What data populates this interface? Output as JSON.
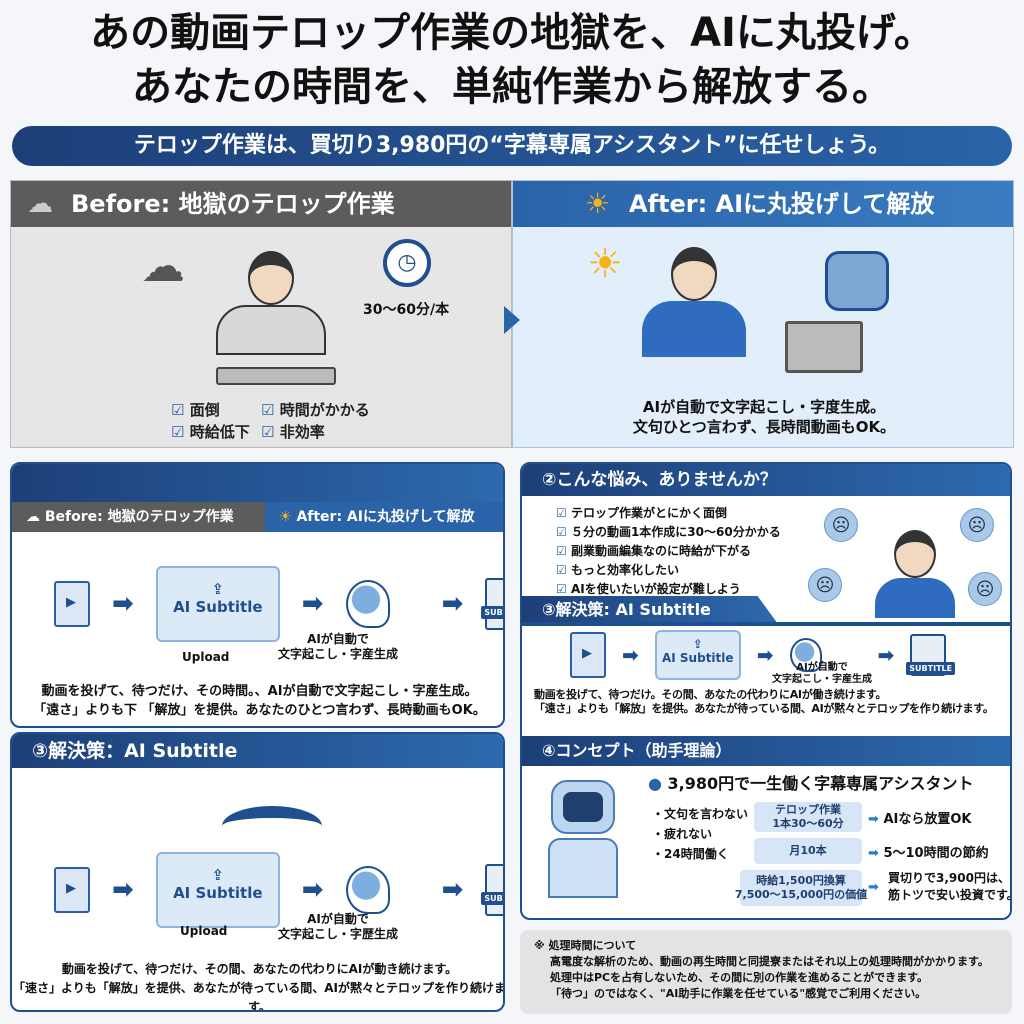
{
  "headline": {
    "line1": "あの動画テロップ作業の地獄を、AIに丸投げ。",
    "line2": "あなたの時間を、単純作業から解放する。"
  },
  "banner": "テロップ作業は、買切り3,980円の“字幕専属アシスタント”に任せしょう。",
  "before": {
    "title": "Before: 地獄のテロップ作業",
    "time": "30〜60分/本",
    "checks": [
      "面倒",
      "時間がかかる",
      "時給低下",
      "非効率"
    ],
    "icon": "cloud-icon"
  },
  "after": {
    "title": "After: AIに丸投げして解放",
    "caption1": "AIが自動で文字起こし・字度生成。",
    "caption2": "文句ひとつ言わず、長時間動画もOK。",
    "icon": "sun-icon"
  },
  "card1": {
    "tab_before": "Before: 地獄のテロップ作業",
    "tab_after": "After: AIに丸投げして解放",
    "upload_box": "AI Subtitle",
    "upload_label": "Upload",
    "ai_label1": "AIが自動で",
    "ai_label2": "文字起こし・字産生成",
    "subtitle_badge": "SUBTITLE",
    "desc1": "動画を投げて、待つだけ、その時間。、AIが自動で文字起こし・字産生成。",
    "desc2": "「遠さ」よりも下 「解放」を提供。あなたのひとつ言わず、長時動画もOK。"
  },
  "card2": {
    "title": "③解決策：AI Subtitle",
    "upload_box": "AI Subtitle",
    "upload_label": "Upload",
    "ai_label1": "AIが自動で",
    "ai_label2": "文字起こし・字歴生成",
    "subtitle_badge": "SUBTITLE",
    "desc1": "動画を投げて、待つだけ、その間、あなたの代わりにAIが動き続けます。",
    "desc2": "「速さ」よりも「解放」を提供、あなたが待っている間、AIが黙々とテロップを作り続けます。"
  },
  "worries": {
    "title": "②こんな悩み、ありませんか？",
    "items": [
      "テロップ作業がとにかく面倒",
      "５分の動画1本作成に30〜60分かかる",
      "副業動画編集なのに時給が下がる",
      "もっと効率化したい",
      "AIを使いたいが設定が難しよう"
    ]
  },
  "solution": {
    "title": "③解決策: AI Subtitle",
    "upload_box": "AI Subtitle",
    "ai_label1": "AIが自動で",
    "ai_label2": "文字起こし・字産生成",
    "subtitle_badge": "SUBTITLE",
    "desc1": "動画を投げて、待つだけ。その間、あなたの代わりにAIが働き続けます。",
    "desc2": "「遠さ」よりも「解放」を提供。あなたが待っている間、AIが黙々とテロップを作り続けます。"
  },
  "concept": {
    "title": "④コンセプト（助手理論）",
    "headline": "3,980円で一生働く字幕専属アシスタント",
    "traits": [
      "・文句を言わない",
      "・疲れない",
      "・24時間働く"
    ],
    "rows": [
      {
        "left": "テロップ作業\n1本30〜60分",
        "right": "AIなら放置OK"
      },
      {
        "left": "月10本",
        "right": "5〜10時間の節約"
      },
      {
        "left": "時給1,500円換算\n7,500〜15,000円の価値",
        "right": "買切りで3,900円は、\n筋トツで安い投資です。"
      }
    ]
  },
  "note": {
    "title": "※ 処理時間について",
    "lines": [
      "高電度な解析のため、動画の再生時間と同提寮またはそれ以上の処理時間がかかります。",
      "処理中はPCを占有しないため、その間に別の作業を進めることができます。",
      "「待つ」のではなく、\"AI助手に作業を任せている\"感覚でご利用ください。"
    ]
  },
  "colors": {
    "navy": "#1d3f78",
    "blue": "#2a63a8",
    "gray": "#5c5c5c",
    "light_blue": "#dceaf8"
  }
}
